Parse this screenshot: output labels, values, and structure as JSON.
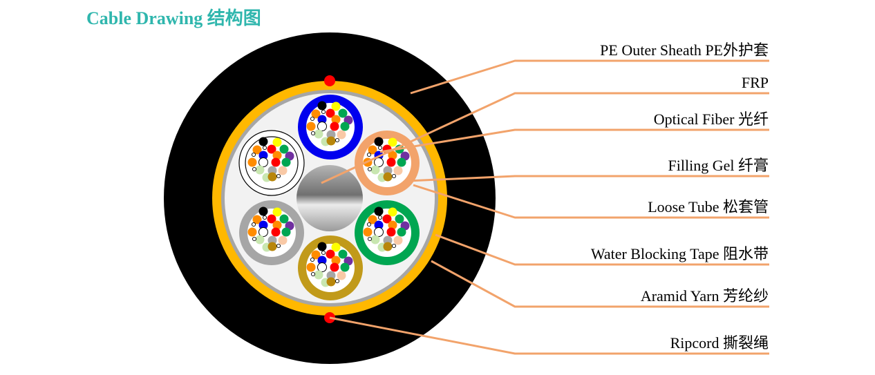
{
  "title": "Cable Drawing 结构图",
  "colors": {
    "title": "#2fb6ad",
    "sheath": "#000000",
    "aramid": "#ffb800",
    "water_tape": "#a6a6a6",
    "core": "#f2f2f2",
    "leader": "#f2a36b",
    "ripcord": "#ff0000",
    "tubes": [
      "#0000ee",
      "#f2a36b",
      "#00a651",
      "#c19a1a",
      "#a6a6a6",
      "#ffffff"
    ]
  },
  "labels": [
    "PE Outer Sheath PE外护套",
    "FRP",
    "Optical Fiber 光纤",
    "Filling Gel 纤膏",
    "Loose Tube 松套管",
    "Water Blocking Tape 阻水带",
    "Aramid Yarn 芳纶纱",
    "Ripcord 撕裂绳"
  ],
  "fiber_colors": [
    "#000000",
    "#ffff00",
    "#ff8c00",
    "#ff0000",
    "#00a651",
    "#0000ee",
    "#ffffff",
    "#7030a0",
    "#a6a6a6",
    "#c8e6b0",
    "#f9c9a6",
    "#b8860b"
  ]
}
